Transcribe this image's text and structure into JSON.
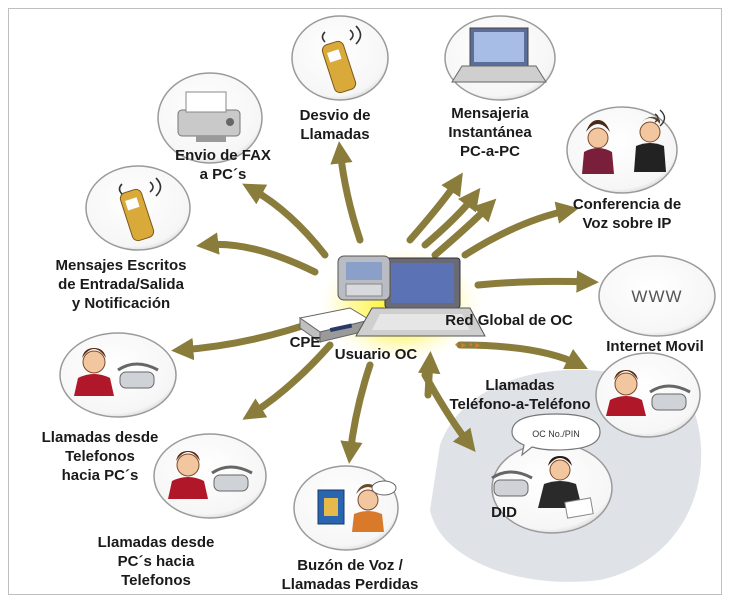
{
  "nodes": {
    "fax": {
      "lines": [
        "Envio de FAX",
        "a PC´s"
      ]
    },
    "desvio": {
      "lines": [
        "Desvio de",
        "Llamadas"
      ]
    },
    "mensajeria": {
      "lines": [
        "Mensajeria",
        "Instantánea",
        "PC-a-PC"
      ]
    },
    "conferencia": {
      "lines": [
        "Conferencia de",
        "Voz sobre IP"
      ]
    },
    "internet": {
      "lines": [
        "Internet Movil"
      ],
      "icon_text": "WWW"
    },
    "mensajes": {
      "lines": [
        "Mensajes Escritos",
        "de Entrada/Salida",
        "y Notificación"
      ]
    },
    "tel_pc": {
      "lines": [
        "Llamadas desde",
        "Telefonos",
        "hacia PC´s"
      ]
    },
    "pc_tel": {
      "lines": [
        "Llamadas desde",
        "PC´s hacia",
        "Telefonos"
      ]
    },
    "buzon": {
      "lines": [
        "Buzón de Voz /",
        "Llamadas Perdidas"
      ]
    },
    "tel_tel": {
      "lines": [
        "Llamadas",
        "Teléfono-a-Teléfono"
      ]
    },
    "did": {
      "lines": [
        "DID"
      ],
      "bubble_text": "OC No./PIN"
    }
  },
  "center": {
    "cpe": "CPE",
    "usuario": "Usuario OC",
    "red": "Red Global de OC"
  },
  "colors": {
    "arrow": "#8a7d3c",
    "circle_border": "#9a9a9a",
    "glow": "#fff200",
    "gray_region": "#d9dde3"
  }
}
